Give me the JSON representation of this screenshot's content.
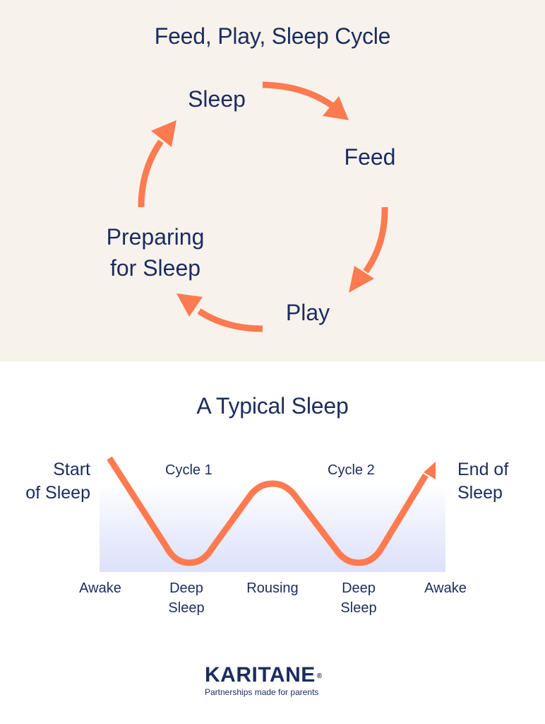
{
  "colors": {
    "panel_background": "#f7f2eb",
    "page_background": "#ffffff",
    "text_navy": "#1b2c5e",
    "arrow_coral": "#ff7a50",
    "gradient_top": "#ffffff",
    "gradient_bottom": "#dde1fa"
  },
  "cycle_diagram": {
    "title": "Feed, Play, Sleep Cycle",
    "nodes": [
      {
        "label": "Sleep"
      },
      {
        "label": "Feed"
      },
      {
        "label": "Play"
      },
      {
        "label_line1": "Preparing",
        "label_line2": "for Sleep"
      }
    ],
    "flow": [
      "Sleep",
      "Feed",
      "Play",
      "Preparing for Sleep",
      "Sleep"
    ]
  },
  "sleep_diagram": {
    "title": "A Typical Sleep",
    "start_label": {
      "line1": "Start",
      "line2": "of Sleep"
    },
    "end_label": {
      "line1": "End of",
      "line2": "Sleep"
    },
    "cycles": [
      {
        "label": "Cycle 1"
      },
      {
        "label": "Cycle 2"
      }
    ],
    "stages": [
      {
        "line1": "Awake",
        "line2": ""
      },
      {
        "line1": "Deep",
        "line2": "Sleep"
      },
      {
        "line1": "Rousing",
        "line2": ""
      },
      {
        "line1": "Deep",
        "line2": "Sleep"
      },
      {
        "line1": "Awake",
        "line2": ""
      }
    ]
  },
  "brand": {
    "name": "KARITANE",
    "registered": "®",
    "tagline": "Partnerships made for parents"
  }
}
